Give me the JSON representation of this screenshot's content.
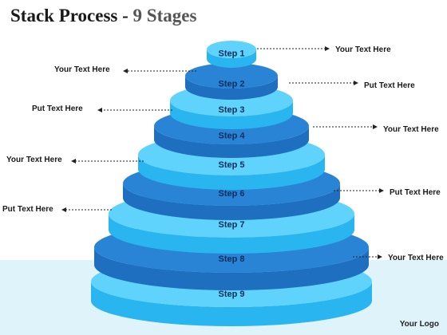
{
  "header": {
    "title_main": "Stack Process - ",
    "title_accent": "9 Stages"
  },
  "stages": [
    {
      "label": "Step 1",
      "callout": "Your Text Here",
      "side": "right"
    },
    {
      "label": "Step 2",
      "callout": "Put Text Here",
      "side": "right"
    },
    {
      "label": "Step 3",
      "callout": "",
      "side": "right"
    },
    {
      "label": "Step 4",
      "callout": "Your Text Here",
      "side": "right"
    },
    {
      "label": "Step 5",
      "callout": "",
      "side": "right"
    },
    {
      "label": "Step 6",
      "callout": "Put Text Here",
      "side": "right"
    },
    {
      "label": "Step 7",
      "callout": "",
      "side": "right"
    },
    {
      "label": "Step 8",
      "callout": "Your Text Here",
      "side": "right"
    },
    {
      "label": "Step 9",
      "callout": "",
      "side": "right"
    }
  ],
  "left_callouts": [
    {
      "text": "Your Text Here",
      "stage": 2
    },
    {
      "text": "Put Text Here",
      "stage": 3
    },
    {
      "text": "Your Text Here",
      "stage": 5
    },
    {
      "text": "Put Text Here",
      "stage": 7
    }
  ],
  "footer": {
    "logo": "Your Logo"
  },
  "colors": {
    "light": "#29b6f0",
    "dark": "#1e6fc0",
    "top_light": "#5fd3fb",
    "top_dark": "#2a84d6",
    "floor": "#d8f1fb"
  }
}
